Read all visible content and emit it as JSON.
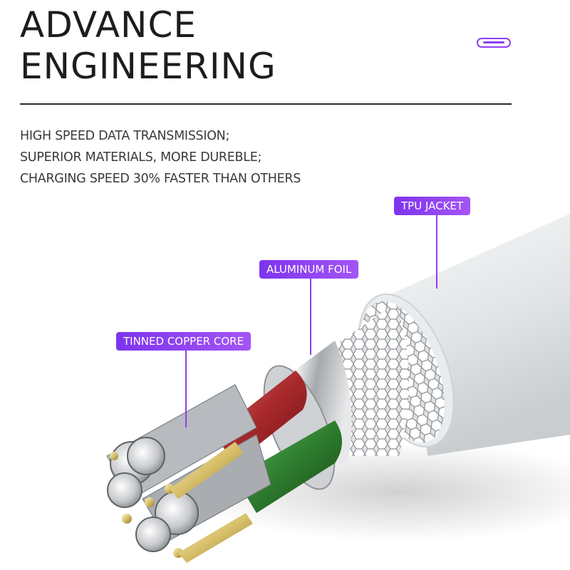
{
  "header": {
    "title_line1": "ADVANCE",
    "title_line2": "ENGINEERING"
  },
  "features": [
    "HIGH SPEED DATA TRANSMISSION;",
    "SUPERIOR MATERIALS, MORE DUREBLE;",
    "CHARGING SPEED 30% FASTER THAN OTHERS"
  ],
  "callouts": {
    "jacket": "TPU JACKET",
    "foil": "ALUMINUM FOIL",
    "core": "TINNED COPPER CORE"
  },
  "colors": {
    "accent": "#8f3ff0",
    "callout_gradient_start": "#7d34ee",
    "callout_gradient_end": "#a555f4",
    "jacket": "#eef0f1",
    "wire_red": "#a8282b",
    "wire_green": "#2e7d2f"
  },
  "icons": {
    "accent_pill": "usb-c-port-icon"
  }
}
